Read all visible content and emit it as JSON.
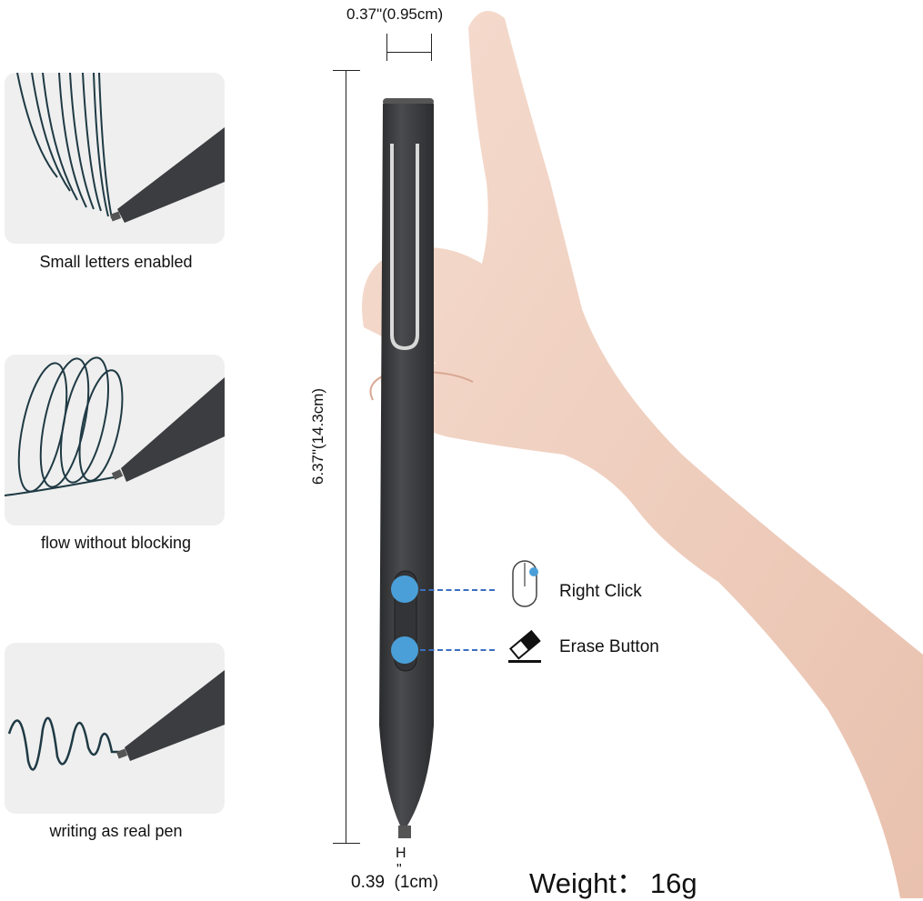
{
  "features": [
    {
      "caption": "Small letters enabled",
      "icon": "straight-strokes-illustration"
    },
    {
      "caption": "flow without blocking",
      "icon": "loop-strokes-illustration"
    },
    {
      "caption": "writing as real pen",
      "icon": "wave-strokes-illustration"
    }
  ],
  "dimensions": {
    "diameter": "0.37\"(0.95cm)",
    "length": "6.37\"(14.3cm)",
    "tip_label": "H",
    "tip_mark": "\"",
    "tip_size": "0.39  (1cm)"
  },
  "buttons": [
    {
      "label": "Right Click",
      "icon": "mouse-icon"
    },
    {
      "label": "Erase Button",
      "icon": "eraser-icon"
    }
  ],
  "weight": {
    "label": "Weight：",
    "value": "16g"
  },
  "colors": {
    "pen_body": "#3a3b3d",
    "button_dot": "#4a9fd8",
    "dash_line": "#3b6fc0",
    "skin": "#f1d2c3",
    "card_bg": "#efefef",
    "ink": "#1f3a44"
  }
}
